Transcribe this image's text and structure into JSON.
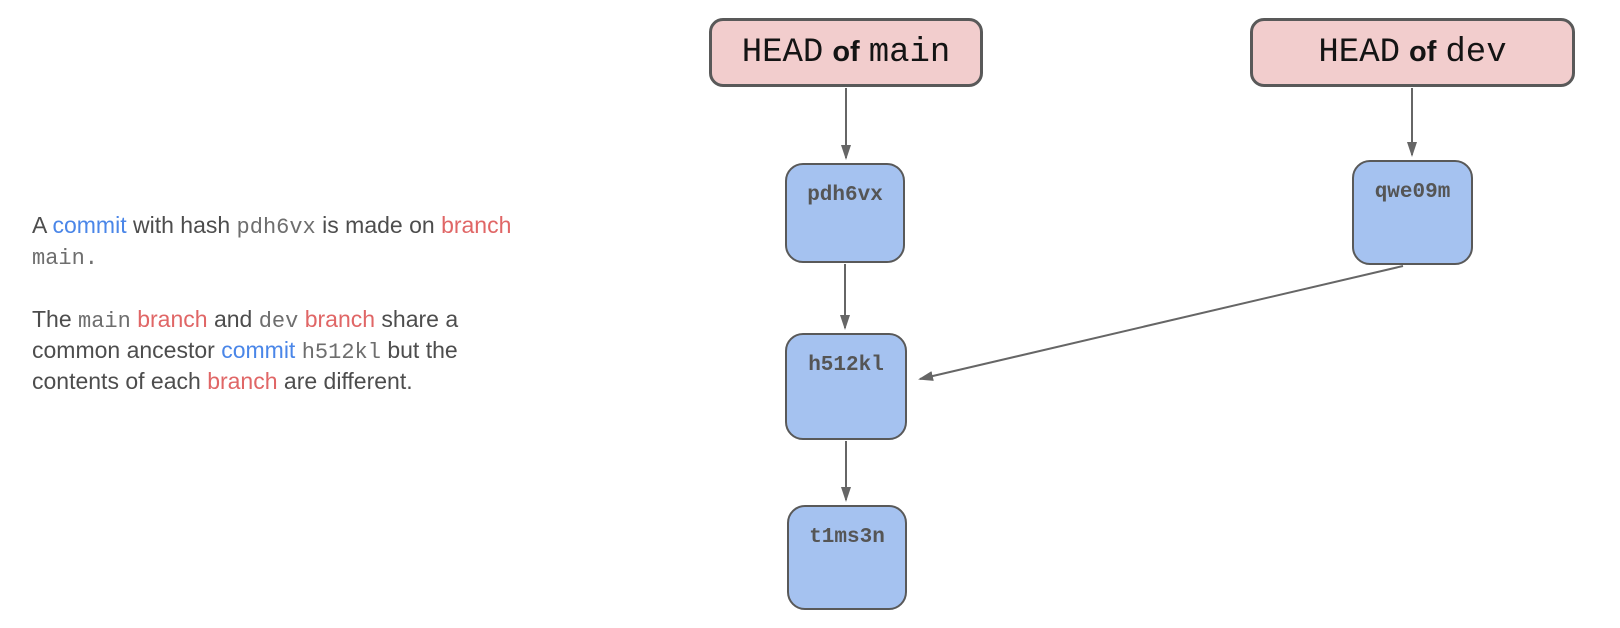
{
  "colors": {
    "body_text": "#4d4d4d",
    "mono_text": "#6e6e6e",
    "commit_word_blue": "#4a86e8",
    "branch_word_red": "#e06666",
    "head_box_fill": "#f2cdcd",
    "commit_box_fill": "#a5c2f0",
    "box_border": "#595959",
    "arrow_gray": "#666666",
    "head_text": "#141414",
    "commit_label_text": "#555555"
  },
  "description": {
    "paragraphs": [
      {
        "lines": [
          [
            {
              "text": "A ",
              "style": "plain"
            },
            {
              "text": "commit",
              "style": "blue"
            },
            {
              "text": " with hash ",
              "style": "plain"
            },
            {
              "text": "pdh6vx",
              "style": "mono"
            },
            {
              "text": " is made on ",
              "style": "plain"
            },
            {
              "text": "branch",
              "style": "red"
            }
          ],
          [
            {
              "text": "main.",
              "style": "mono"
            }
          ]
        ]
      },
      {
        "lines": [
          [
            {
              "text": "The ",
              "style": "plain"
            },
            {
              "text": "main",
              "style": "mono"
            },
            {
              "text": " ",
              "style": "plain"
            },
            {
              "text": "branch",
              "style": "red"
            },
            {
              "text": " and ",
              "style": "plain"
            },
            {
              "text": "dev",
              "style": "mono"
            },
            {
              "text": " ",
              "style": "plain"
            },
            {
              "text": "branch",
              "style": "red"
            },
            {
              "text": " share a",
              "style": "plain"
            }
          ],
          [
            {
              "text": "common ancestor ",
              "style": "plain"
            },
            {
              "text": "commit",
              "style": "blue"
            },
            {
              "text": " ",
              "style": "plain"
            },
            {
              "text": "h512kl",
              "style": "mono"
            },
            {
              "text": " but the",
              "style": "plain"
            }
          ],
          [
            {
              "text": "contents of each ",
              "style": "plain"
            },
            {
              "text": "branch",
              "style": "red"
            },
            {
              "text": " are different.",
              "style": "plain"
            }
          ]
        ]
      }
    ]
  },
  "diagram": {
    "head_labels": [
      {
        "id": "head-main",
        "words": [
          "HEAD",
          "of",
          "main"
        ]
      },
      {
        "id": "head-dev",
        "words": [
          "HEAD",
          "of",
          "dev"
        ]
      }
    ],
    "commits": [
      {
        "id": "pdh6vx",
        "label": "pdh6vx"
      },
      {
        "id": "qwe09m",
        "label": "qwe09m"
      },
      {
        "id": "h512kl",
        "label": "h512kl"
      },
      {
        "id": "t1ms3n",
        "label": "t1ms3n"
      }
    ],
    "edges": [
      {
        "from": "head-main",
        "to": "pdh6vx"
      },
      {
        "from": "head-dev",
        "to": "qwe09m"
      },
      {
        "from": "pdh6vx",
        "to": "h512kl"
      },
      {
        "from": "h512kl",
        "to": "t1ms3n"
      },
      {
        "from": "qwe09m",
        "to": "h512kl"
      }
    ]
  }
}
